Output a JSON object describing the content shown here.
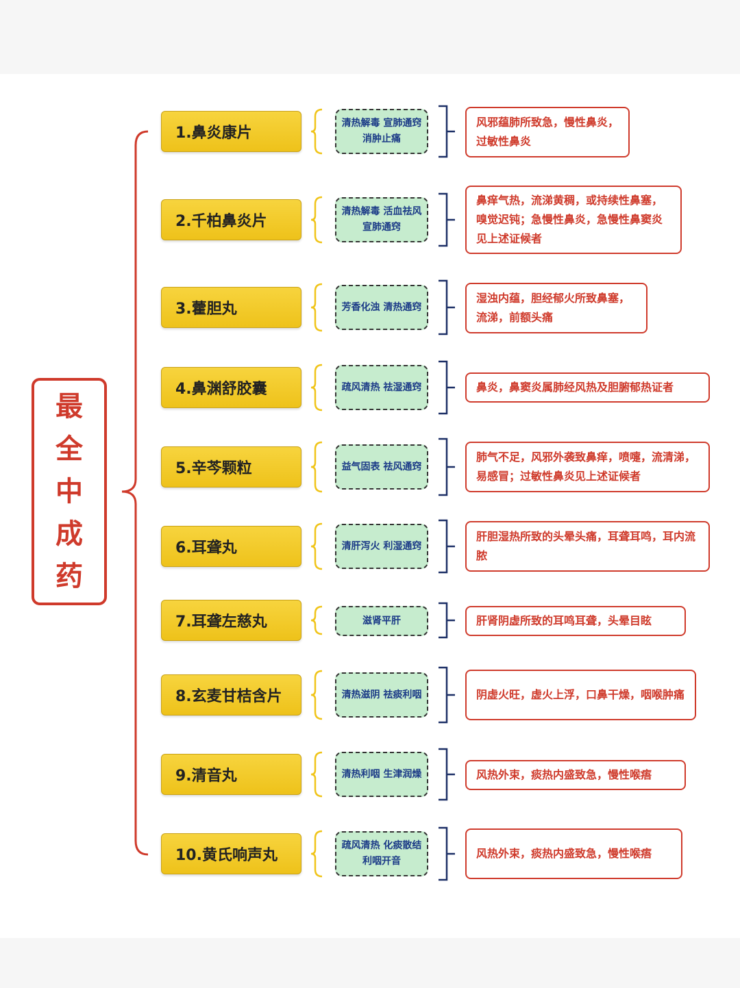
{
  "title": "最全中成药",
  "colors": {
    "accent": "#cf3a2b",
    "medicine_fill": "#f2c92a",
    "effect_fill": "#c6ecce",
    "effect_text": "#1b3a87",
    "brace_left": "#f0c419",
    "brace_right": "#1c2f66"
  },
  "rows": [
    {
      "name": "1.鼻炎康片",
      "effect": "清热解毒 宣肺通窍 消肿止痛",
      "indication": "风邪蕴肺所致急，慢性鼻炎，过敏性鼻炎"
    },
    {
      "name": "2.千柏鼻炎片",
      "effect": "清热解毒 活血祛风 宣肺通窍",
      "indication": "鼻痒气热，流涕黄稠，或持续性鼻塞，嗅觉迟钝；急慢性鼻炎，急慢性鼻窦炎见上述证候者"
    },
    {
      "name": "3.藿胆丸",
      "effect": "芳香化浊 清热通窍",
      "indication": "湿浊内蕴，胆经郁火所致鼻塞，流涕，前额头痛"
    },
    {
      "name": "4.鼻渊舒胶囊",
      "effect": "疏风清热 祛湿通窍",
      "indication": "鼻炎，鼻窦炎属肺经风热及胆腑郁热证者"
    },
    {
      "name": "5.辛芩颗粒",
      "effect": "益气固表 祛风通窍",
      "indication": "肺气不足，风邪外袭致鼻痒，喷嚏，流清涕，易感冒；过敏性鼻炎见上述证候者"
    },
    {
      "name": "6.耳聋丸",
      "effect": "清肝泻火 利湿通窍",
      "indication": "肝胆湿热所致的头晕头痛，耳聋耳鸣，耳内流脓"
    },
    {
      "name": "7.耳聋左慈丸",
      "effect": "滋肾平肝",
      "indication": "肝肾阴虚所致的耳鸣耳聋，头晕目眩"
    },
    {
      "name": "8.玄麦甘桔含片",
      "effect": "清热滋阴 祛痰利咽",
      "indication": "阴虚火旺，虚火上浮，口鼻干燥，咽喉肿痛"
    },
    {
      "name": "9.清音丸",
      "effect": "清热利咽 生津润燥",
      "indication": "风热外束，痰热内盛致急，慢性喉痦"
    },
    {
      "name": "10.黄氏响声丸",
      "effect": "疏风清热 化痰散结 利咽开音",
      "indication": "风热外束，痰热内盛致急，慢性喉痦"
    }
  ]
}
